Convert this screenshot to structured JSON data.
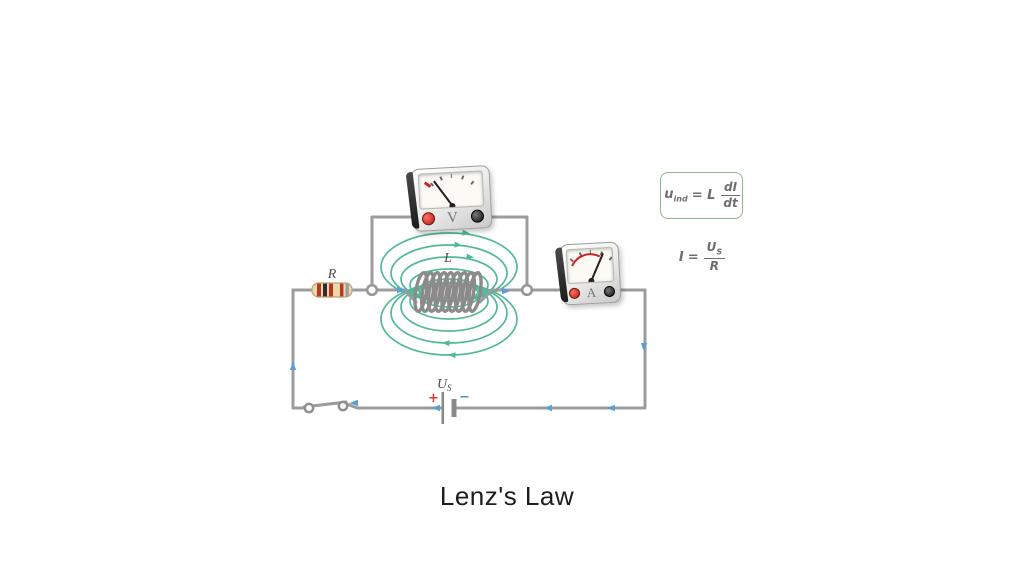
{
  "title": "Lenz's Law",
  "circuit": {
    "resistor_label": "R",
    "inductor_label": "L",
    "source_label_base": "U",
    "source_label_sub": "S",
    "plus": "+",
    "minus": "−",
    "voltmeter_label": "V",
    "ammeter_label": "A"
  },
  "formulas": {
    "induced": {
      "lhs_base": "u",
      "lhs_sub": "ind",
      "mid": "= L",
      "num": "dI",
      "den": "dt"
    },
    "ohm": {
      "lhs": "I",
      "eq": "=",
      "num_base": "U",
      "num_sub": "S",
      "den": "R"
    }
  },
  "colors": {
    "field_line": "#53b89b",
    "wire": "#9c9c9c",
    "current_arrow": "#5b9fd4",
    "formula_box_border": "#8cbb8c",
    "formula_text": "#6e6e6e",
    "plus": "#d83a34",
    "minus": "#4f8fd2",
    "meter_red": "#cc2424"
  }
}
